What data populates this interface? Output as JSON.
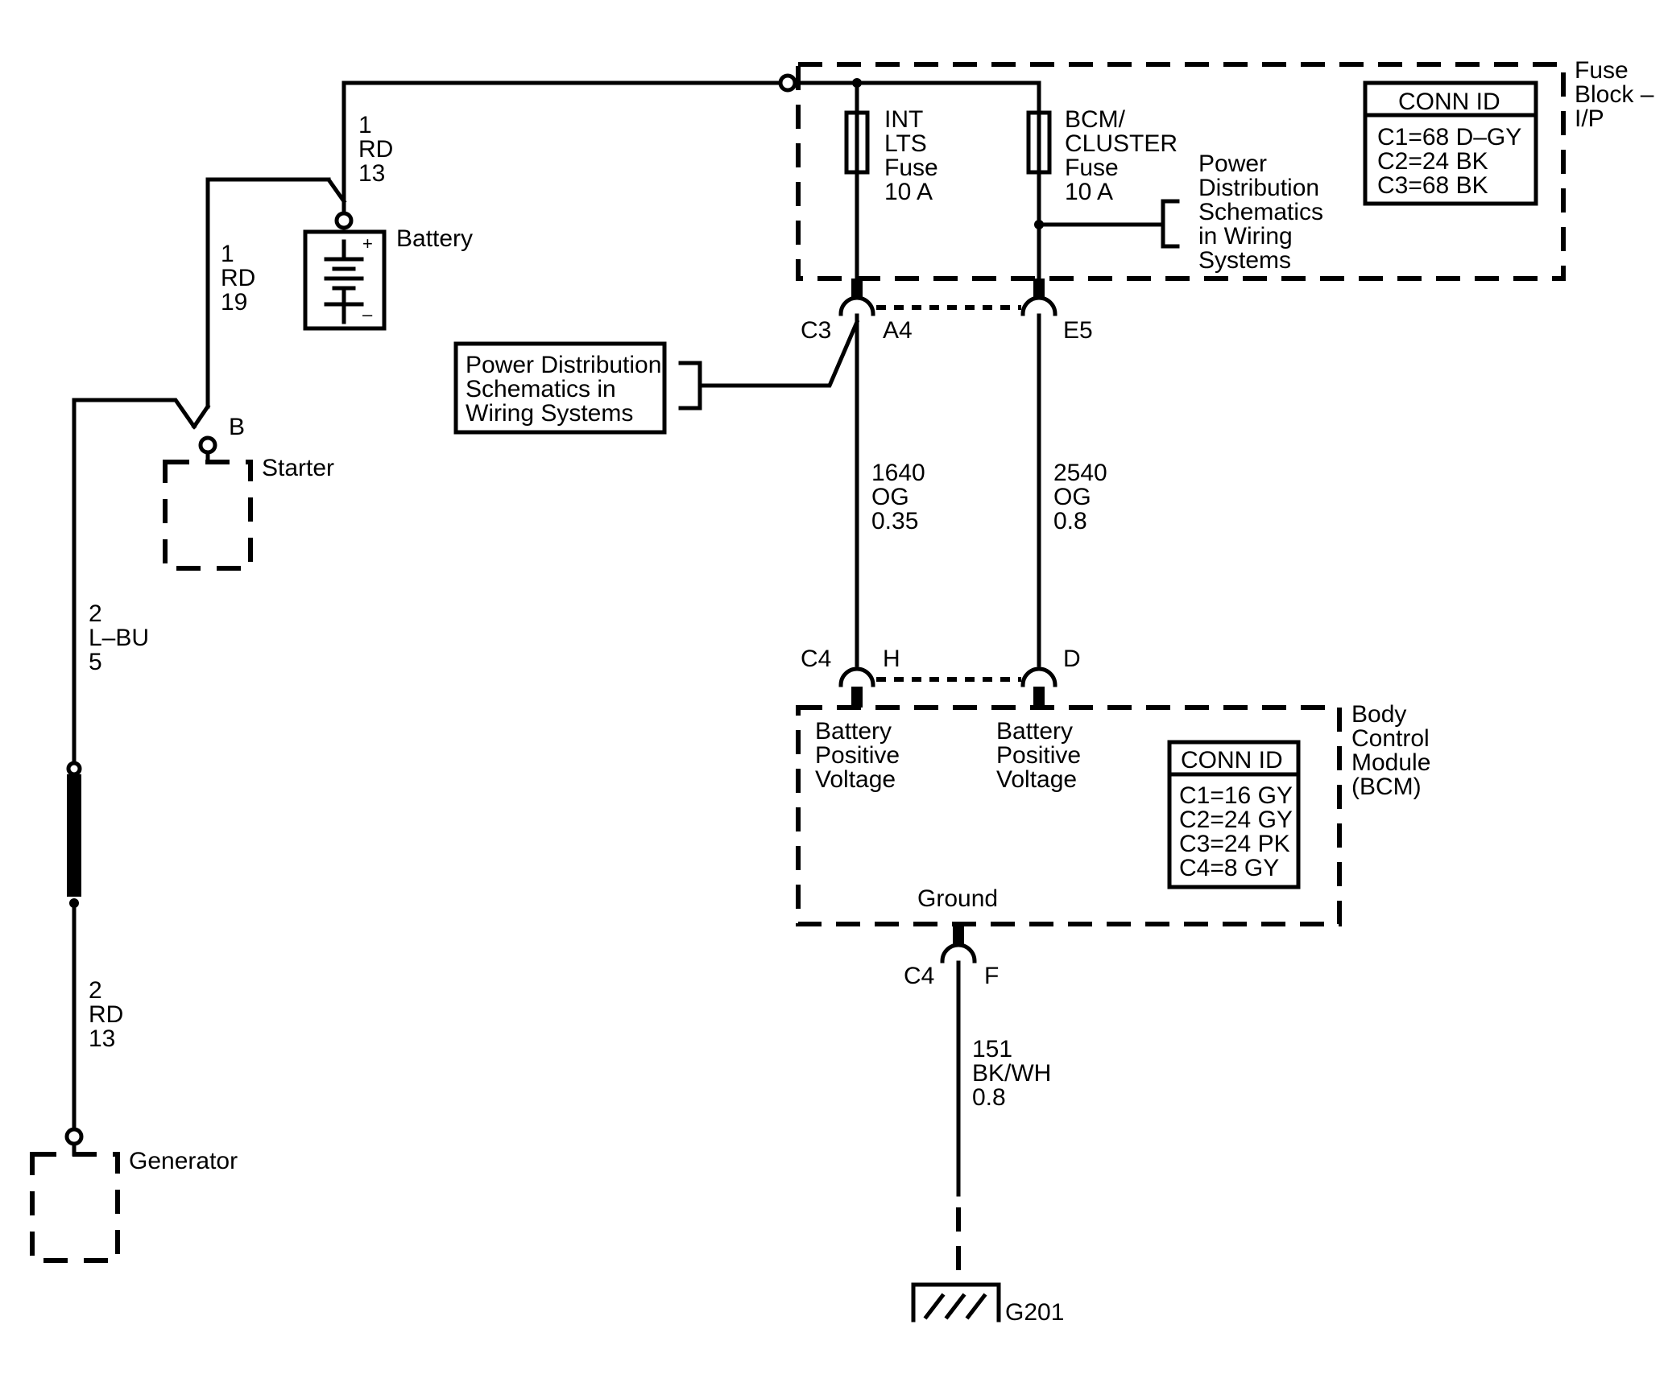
{
  "battery": {
    "label": "Battery",
    "plus": "+",
    "minus": "–",
    "wire_top": [
      "1",
      "RD",
      "13"
    ],
    "wire_left": [
      "1",
      "RD",
      "19"
    ]
  },
  "starter": {
    "label": "Starter",
    "terminal": "B"
  },
  "generator": {
    "label": "Generator"
  },
  "wire_generator_upper": [
    "2",
    "L–BU",
    "5"
  ],
  "wire_generator_lower": [
    "2",
    "RD",
    "13"
  ],
  "fuse_block": {
    "name": [
      "Fuse",
      "Block –",
      "I/P"
    ],
    "fuse1": [
      "INT",
      "LTS",
      "Fuse",
      "10 A"
    ],
    "fuse2": [
      "BCM/",
      "CLUSTER",
      "Fuse",
      "10 A"
    ],
    "ref_right": [
      "Power",
      "Distribution",
      "Schematics",
      "in Wiring",
      "Systems"
    ],
    "conn_title": "CONN ID",
    "conn": [
      "C1=68 D–GY",
      "C2=24 BK",
      "C3=68 BK"
    ]
  },
  "ref_left": [
    "Power Distribution",
    "Schematics in",
    "Wiring Systems"
  ],
  "connectors": {
    "c3": "C3",
    "a4": "A4",
    "e5": "E5",
    "c4_top": "C4",
    "h": "H",
    "d": "D",
    "c4_bottom": "C4",
    "f": "F"
  },
  "wire_1640": [
    "1640",
    "OG",
    "0.35"
  ],
  "wire_2540": [
    "2540",
    "OG",
    "0.8"
  ],
  "wire_151": [
    "151",
    "BK/WH",
    "0.8"
  ],
  "bcm": {
    "name": [
      "Body",
      "Control",
      "Module",
      "(BCM)"
    ],
    "pin_h": [
      "Battery",
      "Positive",
      "Voltage"
    ],
    "pin_d": [
      "Battery",
      "Positive",
      "Voltage"
    ],
    "ground": "Ground",
    "conn_title": "CONN ID",
    "conn": [
      "C1=16 GY",
      "C2=24 GY",
      "C3=24 PK",
      "C4=8 GY"
    ]
  },
  "ground_point": "G201"
}
